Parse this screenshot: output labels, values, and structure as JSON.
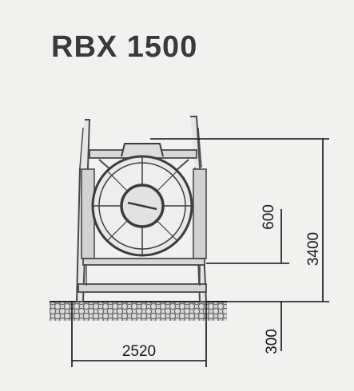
{
  "title": "RBX 1500",
  "dimensions": {
    "width": "2520",
    "height_total": "3400",
    "height_upper": "600",
    "depth_below_ground": "300"
  }
}
